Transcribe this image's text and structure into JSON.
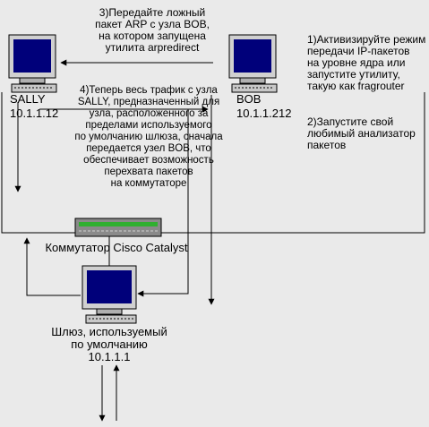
{
  "step3_text": "3)Передайте ложный\nпакет ARP с узла BOB,\nна котором запущена\nутилита arpredirect",
  "step1_text": "1)Активизируйте режим\nпередачи IP-пакетов\nна уровне ядра или\nзапустите утилиту,\nтакую как fragrouter",
  "step2_text": "2)Запустите свой\nлюбимый анализатор\nпакетов",
  "step4_text": "4)Теперь весь трафик с узла\nSALLY, предназначенный для\nузла, расположенного за\nпределами используемого\nпо умолчанию шлюза, сначала\nпередается узел BOB, что\nобеспечивает возможность\nперехвата пакетов\nна коммутаторе",
  "sally": {
    "name": "SALLY",
    "ip": "10.1.1.12"
  },
  "bob": {
    "name": "BOB",
    "ip": "10.1.1.212"
  },
  "switch_label": "Коммутатор Cisco Catalyst",
  "gateway_label": "Шлюз, используемый\nпо умолчанию\n10.1.1.1",
  "colors": {
    "background": "#eaeaea",
    "line": "#000000",
    "screen": "#00007a",
    "switch_body": "#8a8a8a",
    "switch_leds": "#30b030"
  }
}
